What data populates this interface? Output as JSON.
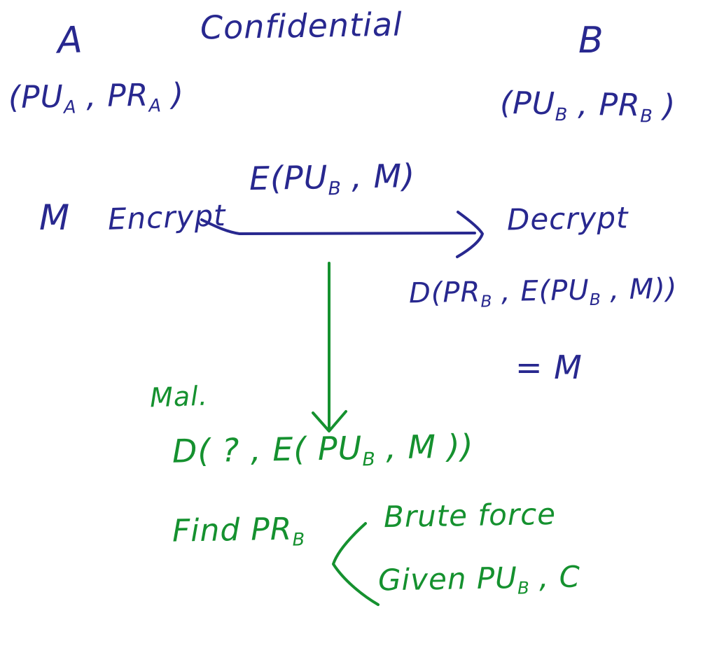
{
  "colors": {
    "background": "#ffffff",
    "ink_blue": "#28288f",
    "ink_green": "#15912f"
  },
  "diagram": {
    "title": "Confidential",
    "party_a": {
      "name": "A",
      "keys_html": "(PU<sub>A</sub> , PR<sub>A</sub> )"
    },
    "party_b": {
      "name": "B",
      "keys_html": "(PU<sub>B</sub> , PR<sub>B</sub> )"
    },
    "sender": {
      "message": "M",
      "operation": "Encrypt"
    },
    "channel": {
      "cipher_label_html": "E(PU<sub>B</sub> , M)"
    },
    "receiver": {
      "operation": "Decrypt",
      "expression_html": "D(PR<sub>B</sub> , E(PU<sub>B</sub> , M))",
      "result": "= M"
    },
    "attacker": {
      "name": "Mal.",
      "attempt_html": "D( ? , E( PU<sub>B</sub> , M ))",
      "goal_html": "Find  PR<sub>B</sub>",
      "options": [
        {
          "label_html": "Brute force"
        },
        {
          "label_html": "Given  PU<sub>B</sub> , C"
        }
      ]
    }
  }
}
